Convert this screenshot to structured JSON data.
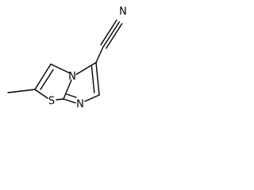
{
  "molecule": {
    "atoms": {
      "nitrile_n": "N",
      "ring_n": "N",
      "imidazole_n": "N",
      "sulfur": "S"
    },
    "bond_color": "#000000",
    "background": "#ffffff"
  }
}
